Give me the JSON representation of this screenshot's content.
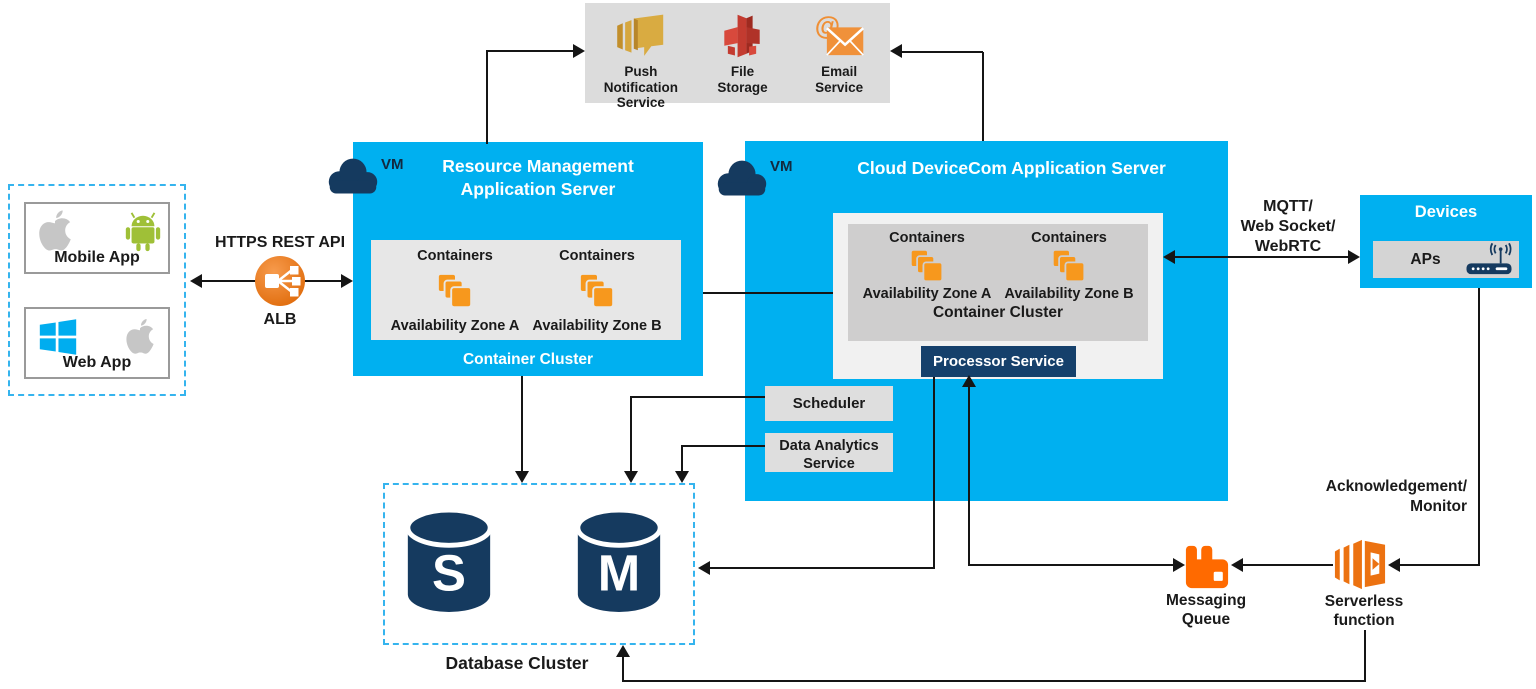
{
  "colors": {
    "accent_blue": "#00b0f0",
    "navy": "#15406b",
    "db_navy": "#153a5f",
    "container_orange": "#f7981d",
    "alb_orange": "#ec7b1e",
    "mq_orange": "#ff6a00",
    "lambda_orange": "#ec7211",
    "android_green": "#9fc037",
    "windows_blue": "#00adef",
    "apple_gray": "#c6c6c6",
    "dashed_border": "#35b4ee",
    "services_gray": "#dcdcdc"
  },
  "external_services": {
    "items": [
      {
        "label": "Push\nNotification\nService",
        "icon": "push-notification-icon"
      },
      {
        "label": "File\nStorage",
        "icon": "file-storage-icon"
      },
      {
        "label": "Email\nService",
        "icon": "email-icon"
      }
    ]
  },
  "clients": {
    "mobile": {
      "label": "Mobile App"
    },
    "web": {
      "label": "Web App"
    }
  },
  "alb": {
    "protocol_label": "HTTPS REST API",
    "label": "ALB"
  },
  "resource_server": {
    "vm_label": "VM",
    "title": "Resource Management\nApplication Server",
    "containers_a": "Containers",
    "containers_b": "Containers",
    "zone_a": "Availability Zone A",
    "zone_b": "Availability Zone B",
    "cluster_label": "Container Cluster"
  },
  "devicecom_server": {
    "vm_label": "VM",
    "title": "Cloud DeviceCom Application Server",
    "containers_a": "Containers",
    "containers_b": "Containers",
    "zone_a": "Availability Zone A",
    "zone_b": "Availability Zone B",
    "cluster_label": "Container Cluster",
    "processor_label": "Processor Service"
  },
  "devices": {
    "title": "Devices",
    "aps_label": "APs",
    "protocol_label": "MQTT/\nWeb Socket/\nWebRTC"
  },
  "scheduler": {
    "label": "Scheduler"
  },
  "analytics": {
    "label": "Data Analytics\nService"
  },
  "database": {
    "label": "Database Cluster",
    "slave_letter": "S",
    "master_letter": "M"
  },
  "messaging_queue": {
    "label": "Messaging\nQueue"
  },
  "serverless": {
    "label": "Serverless\nfunction"
  },
  "acknowledgement": {
    "label": "Acknowledgement/\nMonitor"
  }
}
